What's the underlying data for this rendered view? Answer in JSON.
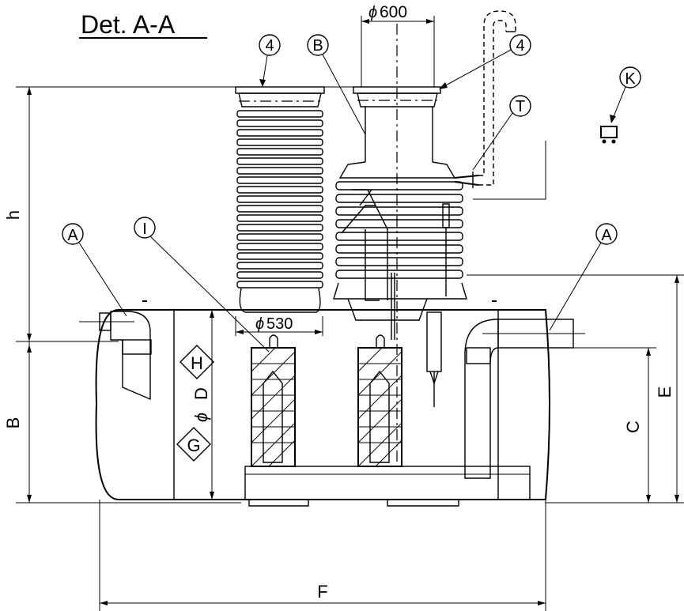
{
  "title": "Det. A-A",
  "callouts": {
    "inlet_left": "A",
    "outlet_right": "A",
    "insert_i": "I",
    "shaft_b": "B",
    "cover_4_left": "4",
    "cover_4_right": "4",
    "pipe_t": "T",
    "symbol_k": "K",
    "diamond_h": "H",
    "diamond_g": "G"
  },
  "dimensions": {
    "top_diameter": "600",
    "neck_diameter": "530",
    "height_h": "h",
    "height_b": "B",
    "diameter_d": "D",
    "height_c": "C",
    "height_e": "E",
    "width_f": "F"
  },
  "diameter_symbol": "ϕ",
  "colors": {
    "line": "#000000",
    "background": "#ffffff"
  }
}
